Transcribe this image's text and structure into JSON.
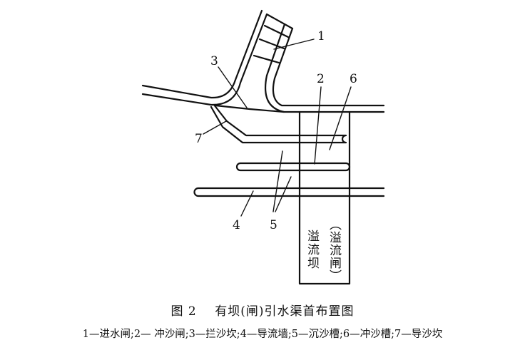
{
  "diagram": {
    "labels": [
      "1",
      "2",
      "3",
      "4",
      "5",
      "6",
      "7"
    ],
    "dam_label": "溢流坝",
    "dam_sublabel": "（溢流闸）"
  },
  "caption": {
    "figure_no": "图 2",
    "title": "有坝(闸)引水渠首布置图"
  },
  "legend": "1—进水闸;2— 冲沙闸;3—拦沙坎;4—导流墙;5—沉沙槽;6—冲沙槽;7—导沙坎"
}
